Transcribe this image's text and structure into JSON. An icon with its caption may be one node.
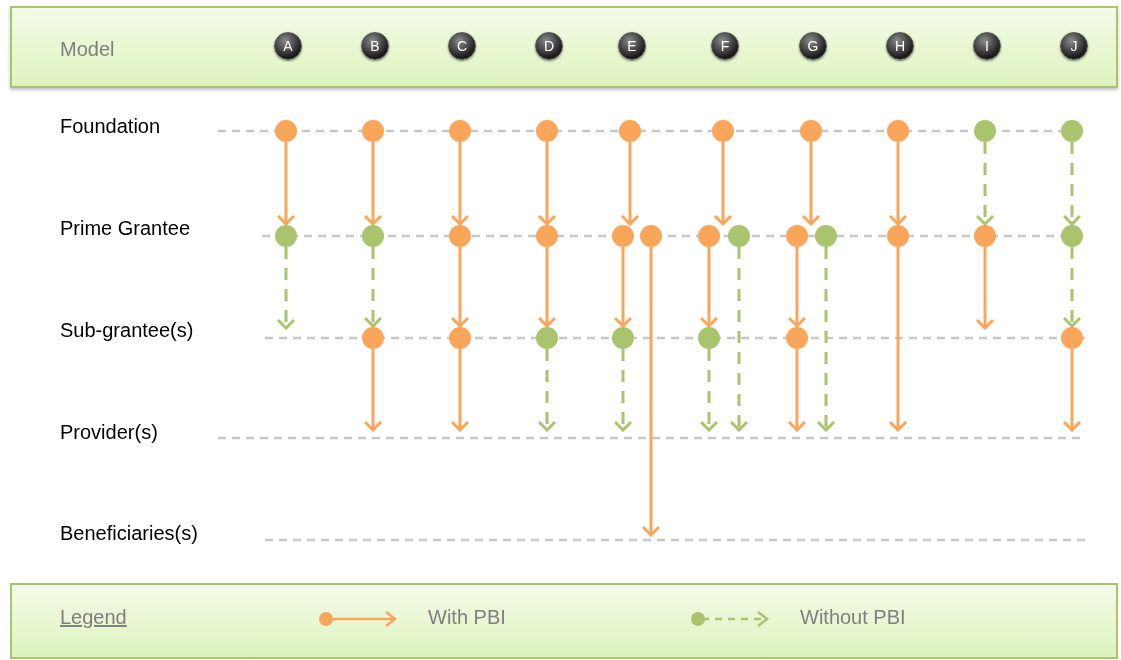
{
  "diagram": {
    "nodes": [
      {
        "text": [
          "Model"
        ]
      },
      {
        "text": [
          "A"
        ],
        "in": 0
      },
      {
        "text": [
          "B"
        ],
        "in": 0
      },
      {
        "text": [
          "C"
        ],
        "in": 0
      },
      {
        "text": [
          "D"
        ],
        "in": 0
      },
      {
        "text": [
          "E"
        ],
        "in": 0
      },
      {
        "text": [
          "F"
        ],
        "in": 0
      },
      {
        "text": [
          "G"
        ],
        "in": 0
      },
      {
        "text": [
          "H"
        ],
        "in": 0
      },
      {
        "text": [
          "I"
        ],
        "in": 0
      },
      {
        "text": [
          "J"
        ],
        "in": 0
      },
      {
        "text": [],
        "shape": "circle"
      },
      {
        "text": [],
        "shape": "circle"
      },
      {
        "text": [],
        "shape": "circle"
      },
      {
        "text": [],
        "shape": "circle"
      },
      {
        "text": [],
        "shape": "circle"
      },
      {
        "text": [],
        "shape": "circle"
      },
      {
        "text": [],
        "shape": "circle"
      },
      {
        "text": [],
        "shape": "circle"
      },
      {
        "text": [],
        "shape": "circle"
      },
      {
        "text": [],
        "shape": "circle"
      },
      {
        "text": [],
        "shape": "circle"
      },
      {
        "text": [],
        "shape": "circle"
      },
      {
        "text": [],
        "shape": "circle"
      },
      {
        "text": [],
        "shape": "circle"
      },
      {
        "text": [],
        "shape": "circle"
      },
      {
        "text": [],
        "shape": "circle"
      },
      {
        "text": [],
        "shape": "circle"
      },
      {
        "text": [],
        "shape": "circle"
      },
      {
        "text": [],
        "shape": "circle"
      },
      {
        "text": [],
        "shape": "circle"
      },
      {
        "text": [],
        "shape": "circle"
      },
      {
        "text": [],
        "shape": "circle"
      },
      {
        "text": [],
        "shape": "circle"
      },
      {
        "text": [],
        "shape": "circle"
      },
      {
        "text": [],
        "shape": "circle"
      },
      {
        "text": [],
        "shape": "circle"
      },
      {
        "text": [],
        "shape": "circle"
      },
      {
        "text": [],
        "shape": "circle"
      },
      {
        "text": [],
        "shape": "circle"
      },
      {
        "text": [],
        "shape": "circle"
      }
    ],
    "edges": [
      {
        "from": 11,
        "to": 21,
        "arrow": "to"
      },
      {
        "from": 12,
        "to": 22,
        "arrow": "to"
      },
      {
        "from": 13,
        "to": 23,
        "arrow": "to"
      },
      {
        "from": 14,
        "to": 24,
        "arrow": "to"
      },
      {
        "from": 15,
        "to": 25,
        "arrow": "to"
      },
      {
        "from": 16,
        "to": 27,
        "arrow": "to"
      },
      {
        "from": 17,
        "to": 29,
        "arrow": "to"
      },
      {
        "from": 18,
        "to": 31,
        "arrow": "to"
      },
      {
        "from": 19,
        "to": 32,
        "arrow": "to",
        "style": "dashed",
        "color": "#a9c46c"
      },
      {
        "from": 20,
        "to": 33,
        "arrow": "to",
        "style": "dashed",
        "color": "#a9c46c"
      },
      {
        "from": 21,
        "to": null,
        "arrow": "to",
        "style": "dashed",
        "color": "#a9c46c"
      },
      {
        "from": 22,
        "to": 34,
        "arrow": "to",
        "style": "dashed",
        "color": "#a9c46c"
      },
      {
        "from": 23,
        "to": 35,
        "arrow": "to"
      },
      {
        "from": 24,
        "to": 36,
        "arrow": "to"
      },
      {
        "from": 25,
        "to": 37,
        "arrow": "to"
      },
      {
        "from": 26,
        "to": null,
        "arrow": "to"
      },
      {
        "from": 27,
        "to": 38,
        "arrow": "to"
      },
      {
        "from": 28,
        "to": null,
        "arrow": "to",
        "style": "dashed",
        "color": "#a9c46c"
      },
      {
        "from": 29,
        "to": 39,
        "arrow": "to"
      },
      {
        "from": 30,
        "to": null,
        "arrow": "to",
        "style": "dashed",
        "color": "#a9c46c"
      },
      {
        "from": 31,
        "to": null,
        "arrow": "to"
      },
      {
        "from": 32,
        "to": null,
        "arrow": "to"
      },
      {
        "from": 33,
        "to": 40,
        "arrow": "to",
        "style": "dashed",
        "color": "#a9c46c"
      },
      {
        "from": 34,
        "to": null,
        "arrow": "to"
      },
      {
        "from": 35,
        "to": null,
        "arrow": "to"
      },
      {
        "from": 36,
        "to": null,
        "arrow": "to",
        "style": "dashed",
        "color": "#a9c46c"
      },
      {
        "from": 37,
        "to": null,
        "arrow": "to",
        "style": "dashed",
        "color": "#a9c46c"
      },
      {
        "from": 38,
        "to": null,
        "arrow": "to",
        "style": "dashed",
        "color": "#a9c46c"
      },
      {
        "from": 39,
        "to": null,
        "arrow": "to"
      },
      {
        "from": 40,
        "to": null,
        "arrow": "to"
      }
    ],
    "labels": [
      "Foundation",
      "Prime Grantee",
      "Sub-grantee(s)",
      "Provider(s)",
      "Beneficiaries(s)",
      "Legend"
    ],
    "legend": [
      {
        "text": "With PBI"
      },
      {
        "text": "Without PBI"
      }
    ]
  }
}
